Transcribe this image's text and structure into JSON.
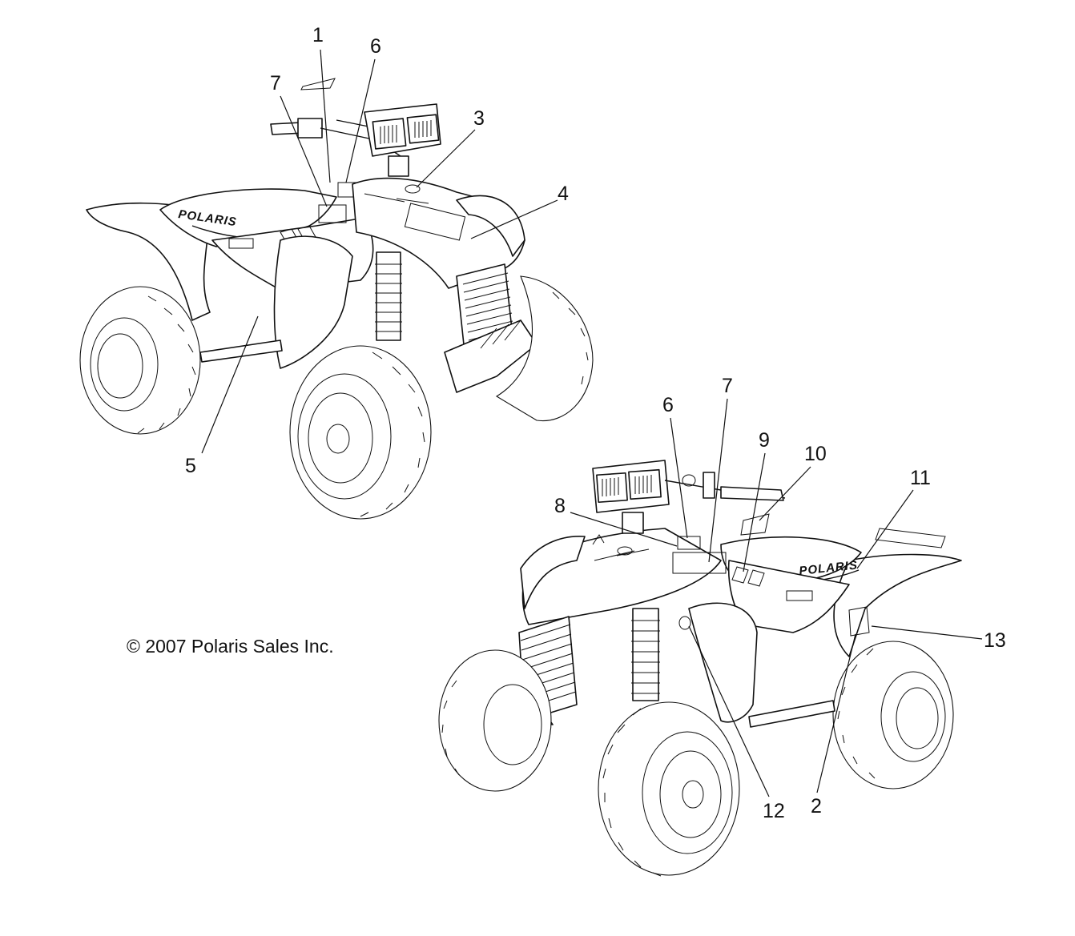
{
  "copyright": "© 2007 Polaris Sales Inc.",
  "brand_text": "POLARIS",
  "callouts_upper": [
    "1",
    "6",
    "7",
    "3",
    "4",
    "5"
  ],
  "callouts_lower": [
    "6",
    "7",
    "9",
    "10",
    "11",
    "8",
    "13",
    "12",
    "2"
  ]
}
